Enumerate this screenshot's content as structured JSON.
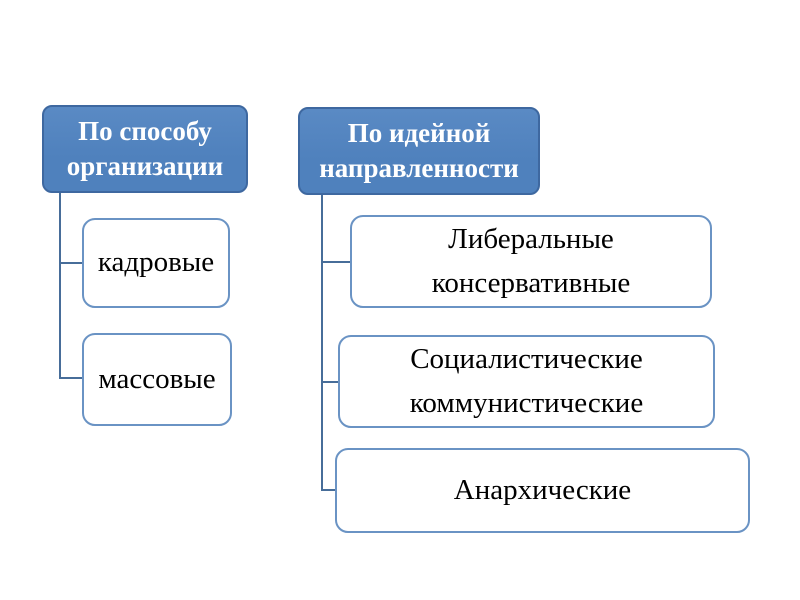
{
  "colors": {
    "background": "#ffffff",
    "header_fill": "#4f81bd",
    "header_fill_top": "#5a8ac4",
    "header_border": "#3e68a0",
    "header_text": "#ffffff",
    "child_fill": "#ffffff",
    "child_border": "#6a93c4",
    "child_text": "#000000",
    "connector": "#476d99"
  },
  "trees": [
    {
      "header": {
        "lines": [
          "По способу",
          "организации"
        ]
      },
      "children": [
        {
          "lines": [
            "кадровые"
          ]
        },
        {
          "lines": [
            "массовые"
          ]
        }
      ]
    },
    {
      "header": {
        "lines": [
          "По идейной",
          "направленности"
        ]
      },
      "children": [
        {
          "lines": [
            "Либеральные",
            "консервативные"
          ]
        },
        {
          "lines": [
            "Социалистические",
            "коммунистические"
          ]
        },
        {
          "lines": [
            "Анархические"
          ]
        }
      ]
    }
  ]
}
